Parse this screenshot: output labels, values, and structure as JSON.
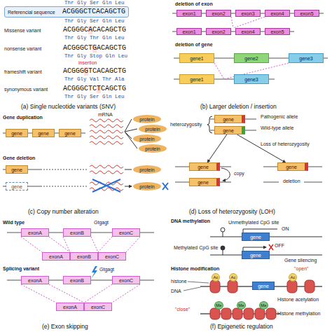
{
  "diagram": {
    "nodes": [
      {
        "text": [
          "Referencial sequence",
          "ACGGGCTCACAGCTG"
        ]
      },
      {
        "text": [
          "exon1"
        ]
      },
      {
        "text": [
          "exon2"
        ]
      },
      {
        "text": [
          "exon3"
        ]
      },
      {
        "text": [
          "exon4"
        ]
      },
      {
        "text": [
          "exon5"
        ]
      },
      {
        "text": [
          "exon1"
        ]
      },
      {
        "text": [
          "exon2"
        ]
      },
      {
        "text": [
          "exon4"
        ]
      },
      {
        "text": [
          "exon5"
        ]
      },
      {
        "text": [
          "gene1"
        ]
      },
      {
        "text": [
          "gene2"
        ]
      },
      {
        "text": [
          "gene3"
        ]
      },
      {
        "text": [
          "gene1"
        ]
      },
      {
        "text": [
          "gene3"
        ]
      },
      {
        "text": [
          "gene"
        ]
      },
      {
        "text": [
          "gene"
        ]
      },
      {
        "text": [
          "gene"
        ]
      },
      {
        "text": [
          "protein"
        ]
      },
      {
        "text": [
          "protein"
        ]
      },
      {
        "text": [
          "protein"
        ]
      },
      {
        "text": [
          "protein"
        ]
      },
      {
        "text": [
          "gene"
        ]
      },
      {
        "text": [
          "protein"
        ]
      },
      {
        "text": [
          "gene"
        ]
      },
      {
        "text": [
          "protein"
        ]
      },
      {
        "text": [
          "gene"
        ]
      },
      {
        "text": [
          "gene"
        ]
      },
      {
        "text": [
          "gene"
        ]
      },
      {
        "text": [
          "gene"
        ]
      },
      {
        "text": [
          "gene"
        ]
      },
      {
        "text": [
          "exonA"
        ]
      },
      {
        "text": [
          "exonB"
        ]
      },
      {
        "text": [
          "exonC"
        ]
      },
      {
        "text": [
          "exonA"
        ]
      },
      {
        "text": [
          "exonB"
        ]
      },
      {
        "text": [
          "exonC"
        ]
      },
      {
        "text": [
          "exonA"
        ]
      },
      {
        "text": [
          "exonB"
        ]
      },
      {
        "text": [
          "exonC"
        ]
      },
      {
        "text": [
          "exonA"
        ]
      },
      {
        "text": [
          "exonC"
        ]
      },
      {
        "text": [
          "gene"
        ]
      },
      {
        "text": [
          "gene"
        ]
      },
      {
        "text": [
          "gene"
        ]
      },
      {
        "text": [
          "Ac"
        ]
      },
      {
        "text": [
          "Ac"
        ]
      },
      {
        "text": [
          "Ac"
        ]
      },
      {
        "text": [
          "Me"
        ]
      },
      {
        "text": [
          "Me"
        ]
      },
      {
        "text": [
          "Me"
        ]
      }
    ],
    "edges": [
      {
        "from": 27,
        "to": 28,
        "arrow": "to"
      },
      {
        "from": 27,
        "to": 30,
        "arrow": "to"
      }
    ],
    "labels": [
      "Thr Gly Ser Gln Leu",
      "Thr Gly Ser Gln Leu",
      "Missense variant",
      "ACGGGCACACAGCTG",
      "Thr Gly Thr Gln Leu",
      "nonsense variant",
      "ACGGGCTGACAGCTG",
      "Thr Gly Stop Gln Leu",
      "insertion",
      "frameshift variant",
      "ACGGGGTCACAGCTG",
      "Thr Gly Val Thr Ala",
      "synonymous variant",
      "ACGGGCTCTCAGCTG",
      "Thr Gly Ser Gln Leu",
      "(a) Single nucleotide variants (SNV)",
      "deletion of exon",
      "deletion of gene",
      "(b) Larger deletion / insertion",
      "Gene duplication",
      "mRNA",
      "Gene deletion",
      "(c) Copy number alteration",
      "Pathogenic allele",
      "Wild-type allele",
      "heterozygosity",
      "Loss of heterozygosity",
      "copy",
      "deletion",
      "(d) Loss of heterozygosity (LOH)",
      "Gtgagt",
      "Wild type",
      "Gtgagt",
      "Splicing variant",
      "(e) Exon skipping",
      "DNA methylation",
      "Unmethylated CpG site",
      "ON",
      "Methylated CpG site",
      "OFF",
      "Gene silencing",
      "Histone modification",
      "\"open\"",
      "histone",
      "DNA",
      "Histone acetylation",
      "\"close\"",
      "Histone methylation",
      "(f) Epigenetic regulation"
    ]
  }
}
